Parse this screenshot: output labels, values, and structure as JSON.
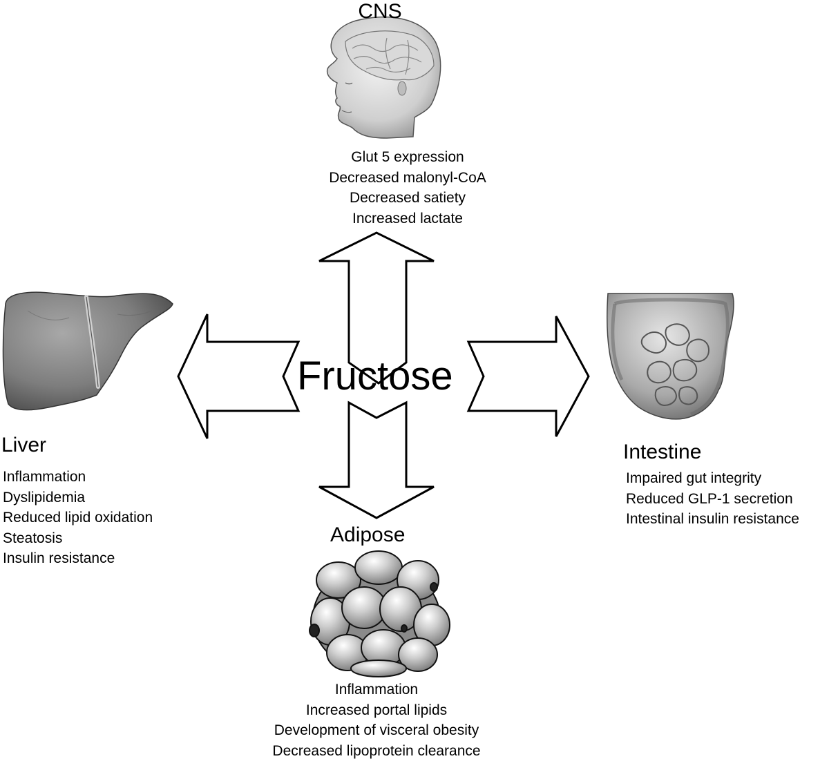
{
  "center": {
    "label": "Fructose"
  },
  "organs": {
    "cns": {
      "title": "CNS",
      "effects": [
        "Glut 5 expression",
        "Decreased malonyl-CoA",
        "Decreased satiety",
        "Increased lactate"
      ]
    },
    "liver": {
      "title": "Liver",
      "effects": [
        "Inflammation",
        "Dyslipidemia",
        "Reduced lipid oxidation",
        "Steatosis",
        "Insulin resistance"
      ]
    },
    "intestine": {
      "title": "Intestine",
      "effects": [
        "Impaired gut integrity",
        "Reduced GLP-1 secretion",
        "Intestinal insulin resistance"
      ]
    },
    "adipose": {
      "title": "Adipose",
      "effects": [
        "Inflammation",
        "Increased portal lipids",
        "Development of visceral obesity",
        "Decreased lipoprotein clearance"
      ]
    }
  },
  "icons": {
    "cns": "head-brain-icon",
    "liver": "liver-icon",
    "intestine": "intestine-icon",
    "adipose": "fat-cell-cluster-icon"
  },
  "colors": {
    "ink": "#000000",
    "paper": "#ffffff",
    "organ_gray": "#8a8a8a"
  }
}
